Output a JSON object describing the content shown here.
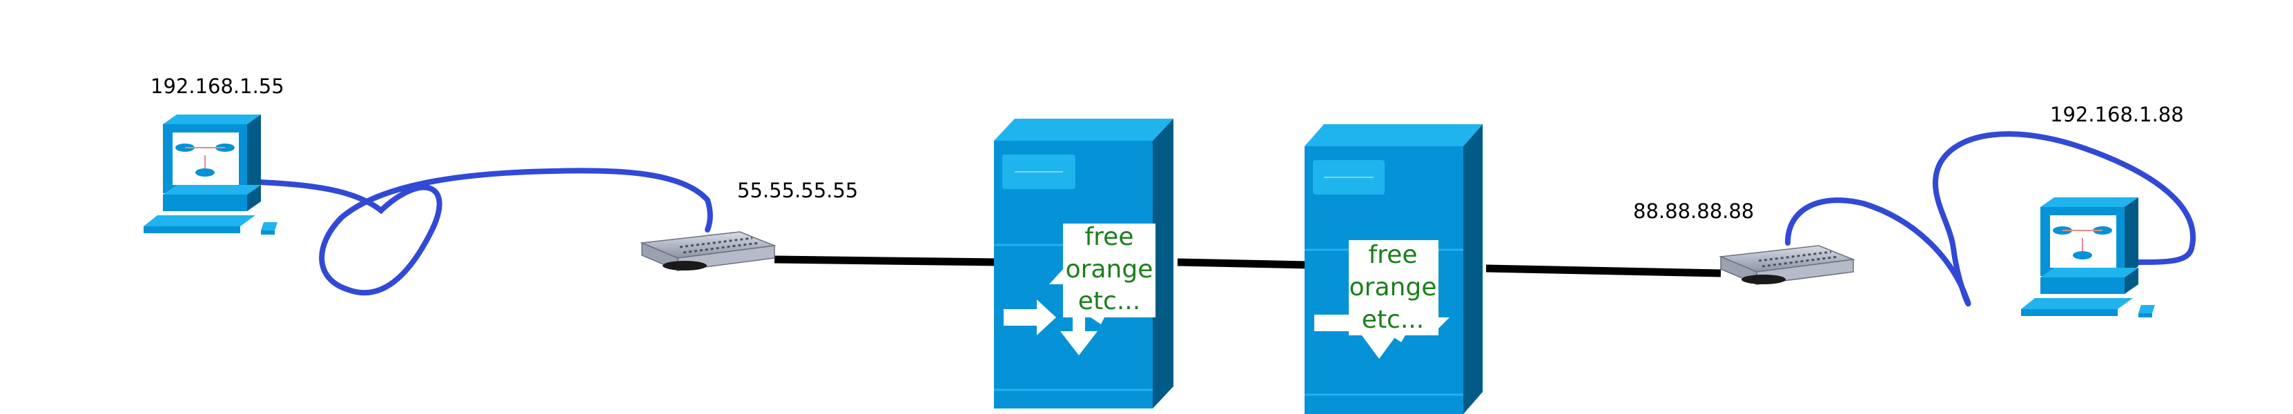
{
  "diagram": {
    "left_pc": {
      "ip": "192.168.1.55",
      "icon": "workstation-icon"
    },
    "left_modem": {
      "ip": "55.55.55.55",
      "icon": "modem-icon"
    },
    "isp_left": {
      "lines": [
        "free",
        "orange",
        "etc..."
      ],
      "icon": "server-tower-icon"
    },
    "isp_right": {
      "lines": [
        "free",
        "orange",
        "etc..."
      ],
      "icon": "server-tower-icon"
    },
    "right_modem": {
      "ip": "88.88.88.88",
      "icon": "modem-icon"
    },
    "right_pc": {
      "ip": "192.168.1.88",
      "icon": "workstation-icon"
    }
  },
  "colors": {
    "device_blue": "#0592d6",
    "device_dark": "#025b87",
    "device_light": "#1fb4ee",
    "cable_blue": "#3049d6",
    "link_black": "#000000",
    "isp_text": "#1a7f1a"
  }
}
